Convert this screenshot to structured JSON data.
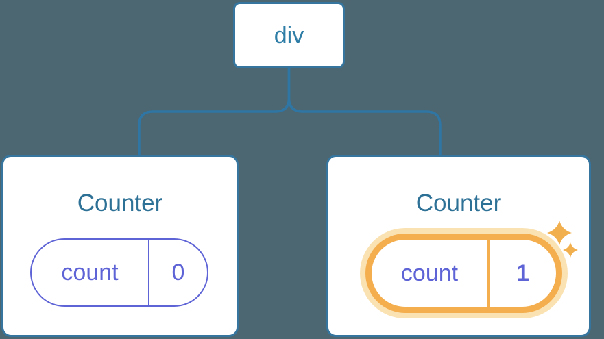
{
  "diagram": {
    "description": "React component tree: a div root element with two Counter children; the second Counter's state was updated",
    "root": {
      "label": "div"
    },
    "children": [
      {
        "title": "Counter",
        "state": {
          "key": "count",
          "value": "0"
        },
        "highlighted": false
      },
      {
        "title": "Counter",
        "state": {
          "key": "count",
          "value": "1"
        },
        "highlighted": true
      }
    ]
  },
  "icons": {
    "sparkle_large": "four-point-sparkle",
    "sparkle_small": "four-point-sparkle"
  },
  "palette": {
    "background": "#4C6672",
    "node_fill": "#FFFFFF",
    "node_border_blue": "#35759E",
    "connector_blue": "#2F76A4",
    "label_blue": "#2E7196",
    "state_purple": "#5E63D6",
    "highlight_orange": "#F4AE4E",
    "highlight_glow": "#FAE2B3",
    "sparkle_orange": "#F2AF4D"
  }
}
